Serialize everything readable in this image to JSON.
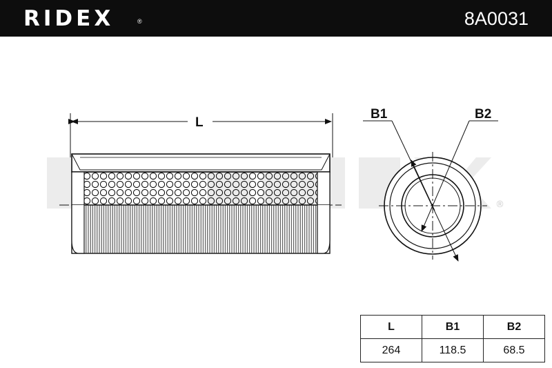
{
  "header": {
    "brand": "RIDEX",
    "brand_mark": "®",
    "part_number": "8A0031"
  },
  "drawing": {
    "label_length": "L",
    "label_b1": "B1",
    "label_b2": "B2",
    "watermark_mark": "®"
  },
  "dimensions_table": {
    "headers": [
      "L",
      "B1",
      "B2"
    ],
    "values": [
      "264",
      "118.5",
      "68.5"
    ]
  },
  "colors": {
    "header_bg": "#0d0d0d",
    "line": "#111111",
    "watermark": "#ececec"
  }
}
